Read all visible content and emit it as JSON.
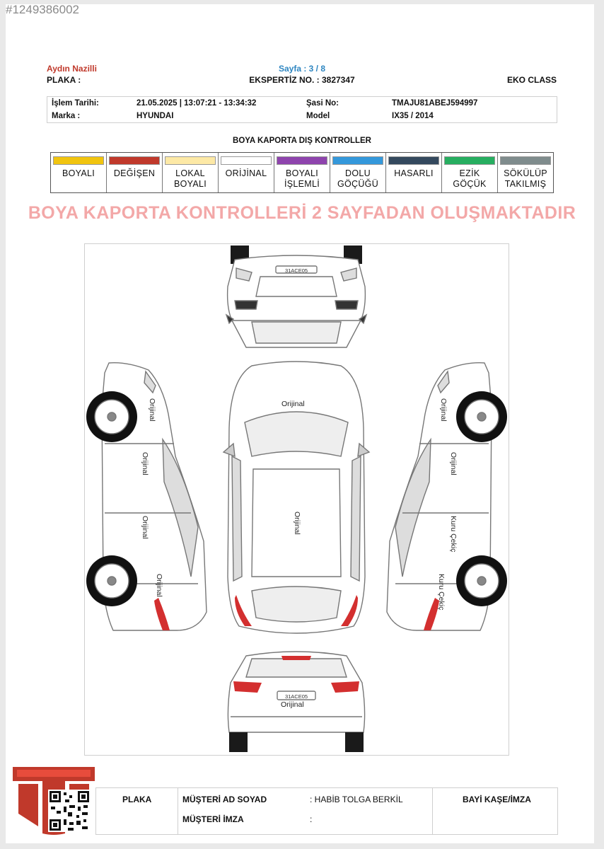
{
  "listing_id": "#1249386002",
  "header": {
    "city": "Aydın Nazilli",
    "page": "Sayfa : 3 / 8",
    "plate_label": "PLAKA :",
    "expertise_no": "EKSPERTİZ NO. : 3827347",
    "package": "EKO CLASS"
  },
  "info": {
    "date_label": "İşlem Tarihi:",
    "date_value": "21.05.2025 | 13:07:21 - 13:34:32",
    "chassis_label": "Şasi No:",
    "chassis_value": "TMAJU81ABEJ594997",
    "brand_label": "Marka :",
    "brand_value": "HYUNDAI",
    "model_label": "Model",
    "model_value": "IX35 / 2014"
  },
  "section_title": "BOYA KAPORTA DIŞ KONTROLLER",
  "legend": [
    {
      "label": "BOYALI",
      "color": "#f1c40f"
    },
    {
      "label": "DEĞİŞEN",
      "color": "#c0392b"
    },
    {
      "label": "LOKAL\nBOYALI",
      "color": "#fde9a6"
    },
    {
      "label": "ORİJİNAL",
      "color": "#ffffff"
    },
    {
      "label": "BOYALI\nİŞLEMLİ",
      "color": "#8e44ad"
    },
    {
      "label": "DOLU\nGÖÇÜĞÜ",
      "color": "#3498db"
    },
    {
      "label": "HASARLI",
      "color": "#34495e"
    },
    {
      "label": "EZİK\nGÖÇÜK",
      "color": "#27ae60"
    },
    {
      "label": "SÖKÜLÜP\nTAKILMIŞ",
      "color": "#7f8c8d"
    }
  ],
  "banner": "BOYA KAPORTA KONTROLLERİ 2 SAYFADAN OLUŞMAKTADIR",
  "diagram": {
    "front_plate": "31ACE05",
    "rear_plate": "31ACE05",
    "hood": "Orijinal",
    "roof": "Orijinal",
    "rear_tailgate": "Orijinal",
    "left_front_fender": "Orijinal",
    "left_front_door": "Orijinal",
    "left_rear_door": "Orijinal",
    "left_rear_fender": "Orijinal",
    "right_front_fender": "Orijinal",
    "right_front_door": "Orijinal",
    "right_rear_door": "Kuru Çekiç",
    "right_rear_fender": "Kuru Çekiç"
  },
  "footer": {
    "plate_header": "PLAKA",
    "customer_name_label": "MÜŞTERİ AD SOYAD",
    "customer_name_value": ": HABİB TOLGA BERKİL",
    "customer_sign_label": "MÜŞTERİ İMZA",
    "customer_sign_value": ":",
    "dealer_stamp": "BAYİ KAŞE/İMZA"
  },
  "colors": {
    "city": "#c0392b",
    "page": "#2e86c1",
    "banner": "#f3a8a8",
    "logo": "#c0392b"
  }
}
